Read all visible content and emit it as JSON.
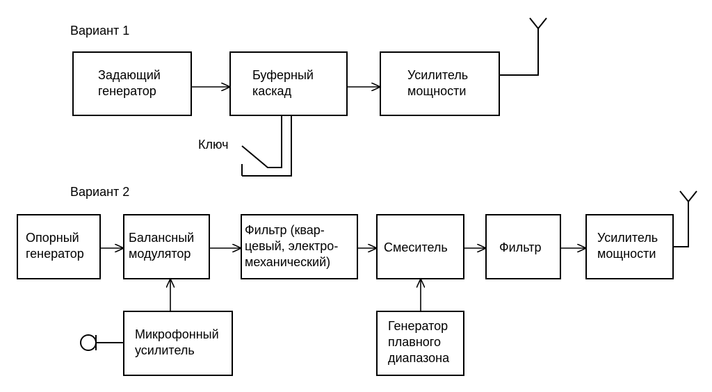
{
  "variant1": {
    "title": "Вариант 1",
    "blocks": {
      "master_oscillator": [
        "Задающий",
        "генератор"
      ],
      "buffer_stage": [
        "Буферный",
        "каскад"
      ],
      "power_amplifier": [
        "Усилитель",
        "мощности"
      ]
    },
    "key_label": "Ключ"
  },
  "variant2": {
    "title": "Вариант 2",
    "blocks": {
      "reference_oscillator": [
        "Опорный",
        "генератор"
      ],
      "balanced_modulator": [
        "Балансный",
        "модулятор"
      ],
      "filter_crystal": [
        "Фильтр (квар-",
        "цевый, электро-",
        "механический)"
      ],
      "mixer": [
        "Смеситель"
      ],
      "filter": [
        "Фильтр"
      ],
      "power_amplifier": [
        "Усилитель",
        "мощности"
      ],
      "mic_amplifier": [
        "Микрофонный",
        "усилитель"
      ],
      "vfo": [
        "Генератор",
        "плавного",
        "диапазона"
      ]
    }
  }
}
